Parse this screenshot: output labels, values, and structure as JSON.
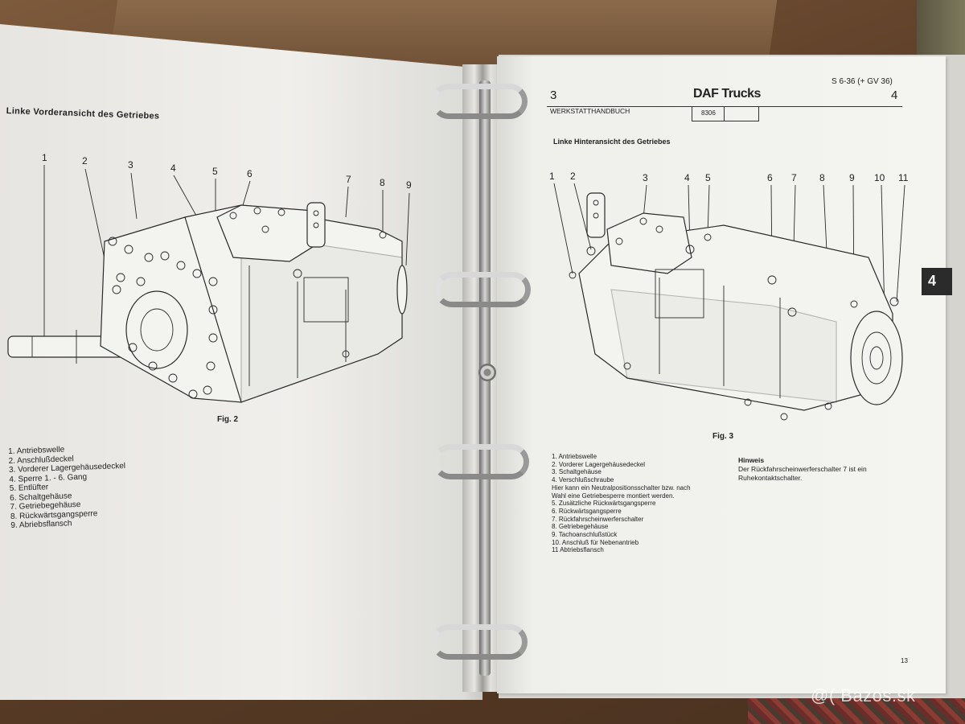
{
  "left_page": {
    "heading": "Linke Vorderansicht des Getriebes",
    "callouts": [
      "1",
      "2",
      "3",
      "4",
      "5",
      "6",
      "7",
      "8",
      "9"
    ],
    "figure_caption": "Fig. 2",
    "legend": [
      "1.  Antriebswelle",
      "2.  Anschlußdeckel",
      "3.  Vorderer Lagergehäusedeckel",
      "4.  Sperre 1. - 6. Gang",
      "5.  Entlüfter",
      "6.  Schaltgehäuse",
      "7.  Getriebegehäuse",
      "8.  Rückwärtsgangsperre",
      "9.  Abriebsflansch"
    ]
  },
  "right_page": {
    "header": {
      "chapter": "3",
      "brand": "DAF Trucks",
      "section": "4",
      "code": "S 6-36 (+ GV 36)",
      "subtitle": "WERKSTATTHANDBUCH",
      "box_value": "8306"
    },
    "heading": "Linke Hinteransicht des Getriebes",
    "callouts": [
      "1",
      "2",
      "3",
      "4",
      "5",
      "6",
      "7",
      "8",
      "9",
      "10",
      "11"
    ],
    "figure_caption": "Fig. 3",
    "legend": [
      "1.  Antriebswelle",
      "2.  Vorderer Lagergehäusedeckel",
      "3.  Schaltgehäuse",
      "4.  Verschlußschraube",
      "     Hier kann ein Neutralpositionsschalter bzw. nach",
      "     Wahl eine Getriebesperre montiert werden.",
      "5.  Zusätzliche Rückwärtsgangsperre",
      "6.  Rückwärtsgangsperre",
      "7.  Rückfahrscheinwerferschalter",
      "8.  Getriebegehäuse",
      "9.  Tachoanschlußstück",
      "10. Anschluß für Nebenantrieb",
      "11  Abtriebsflansch"
    ],
    "note_title": "Hinweis",
    "note_body": "Der Rückfahrscheinwerferschalter 7 ist ein Ruhekontaktschalter.",
    "tab_label": "4",
    "page_number": "13"
  },
  "watermark": "@( Bazos.sk",
  "colors": {
    "paper": "#f0efec",
    "cardboard": "#6b4a32",
    "tab": "#2b2b2b"
  }
}
